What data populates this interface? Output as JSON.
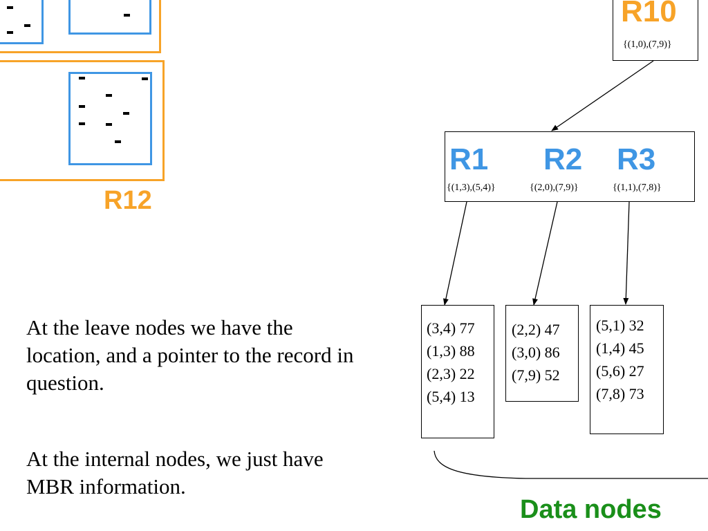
{
  "left_regions": {
    "r12_label": "R12"
  },
  "root_node": {
    "label": "R10",
    "mbr": "{(1,0),(7,9)}"
  },
  "internal_node": {
    "entries": [
      {
        "label": "R1",
        "mbr": "{(1,3),(5,4)}"
      },
      {
        "label": "R2",
        "mbr": "{(2,0),(7,9)}"
      },
      {
        "label": "R3",
        "mbr": "{(1,1),(7,8)}"
      }
    ]
  },
  "leaf_nodes": [
    {
      "rows": [
        "(3,4) 77",
        "(1,3) 88",
        "(2,3) 22",
        "(5,4) 13"
      ]
    },
    {
      "rows": [
        "(2,2) 47",
        "(3,0) 86",
        "(7,9) 52"
      ]
    },
    {
      "rows": [
        "(5,1) 32",
        "(1,4) 45",
        "(5,6) 27",
        "(7,8) 73"
      ]
    }
  ],
  "caption": {
    "para1": "At the leave nodes we have the location, and a pointer to the record in question.",
    "para2": "At the internal nodes, we just have MBR information."
  },
  "data_nodes_label": "Data nodes",
  "colors": {
    "orange": "#f7a328",
    "blue": "#3f96e4",
    "green": "#1a8f1a"
  }
}
